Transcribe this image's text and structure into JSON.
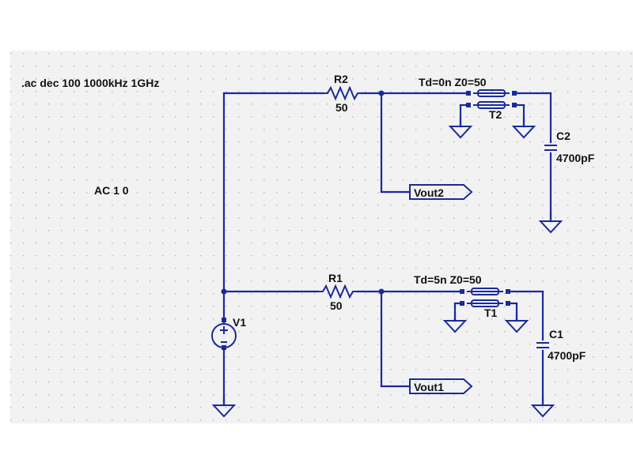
{
  "colors": {
    "background": "#ffffff",
    "schematic_area": "#f2f2f2",
    "grid_dot": "#b4b4b4",
    "wire": "#1a2a9c",
    "label": "#111111"
  },
  "directives": {
    "ac_analysis": ".ac dec 100 1000kHz 1GHz",
    "source_value": "AC 1 0"
  },
  "components": {
    "r2": {
      "name": "R2",
      "value": "50"
    },
    "r1": {
      "name": "R1",
      "value": "50"
    },
    "t2": {
      "name": "T2",
      "params": "Td=0n Z0=50"
    },
    "t1": {
      "name": "T1",
      "params": "Td=5n Z0=50"
    },
    "c2": {
      "name": "C2",
      "value": "4700pF"
    },
    "c1": {
      "name": "C1",
      "value": "4700pF"
    },
    "v1": {
      "name": "V1"
    }
  },
  "net_labels": {
    "vout2": "Vout2",
    "vout1": "Vout1"
  },
  "icons": {
    "ground": "ground-icon",
    "voltage_source": "voltage-source-icon",
    "resistor": "resistor-icon",
    "capacitor": "capacitor-icon",
    "transmission_line": "transmission-line-icon"
  }
}
